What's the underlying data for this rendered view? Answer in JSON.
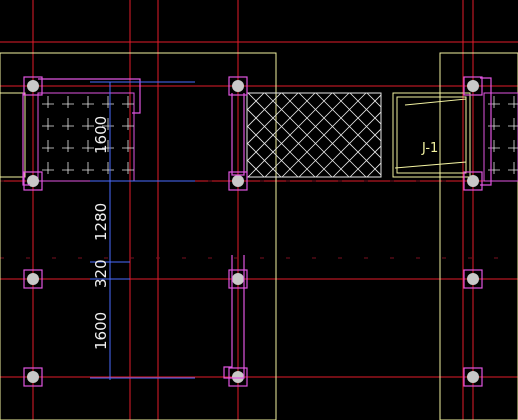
{
  "colors": {
    "background": "#000000",
    "grid_line": "#e21b2a",
    "grid_line_dim": "#7a1020",
    "wall_outline": "#f2f2a0",
    "column_outline": "#e055e0",
    "column_fill": "#c8c8c8",
    "hatch": "#e8e8e8",
    "dimension_line": "#4a6cff",
    "dimension_text": "#f0f0f0",
    "window_outline": "#f2f2a0"
  },
  "dimensions": {
    "d1": "1600",
    "d2": "1280",
    "d3": "320",
    "d4": "1600"
  },
  "labels": {
    "window_tag": "J-1"
  },
  "icons": {
    "column_marker": "column-marker-icon"
  }
}
